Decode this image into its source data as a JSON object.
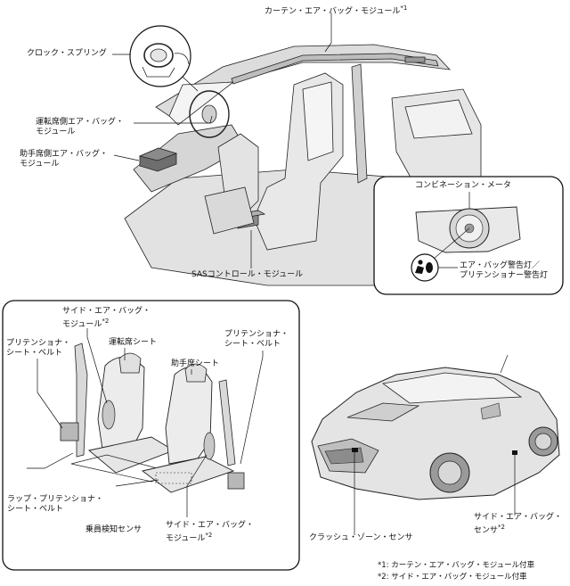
{
  "labels": {
    "curtain_airbag": "カーテン・エア・バッグ・モジュール",
    "curtain_airbag_mark": "*1",
    "clock_spring": "クロック・スプリング",
    "driver_airbag_1": "運転席側エア・バッグ・",
    "driver_airbag_2": "モジュール",
    "passenger_airbag_1": "助手席側エア・バッグ・",
    "passenger_airbag_2": "モジュール",
    "sas_module": "SASコントロール・モジュール",
    "combination_meter": "コンビネーション・メータ",
    "warning_light_1": "エア・バッグ警告灯／",
    "warning_light_2": "プリテンショナー警告灯",
    "side_airbag_top_1": "サイド・エア・バッグ・",
    "side_airbag_top_2": "モジュール",
    "side_airbag_top_mark": "*2",
    "pretensioner_left_1": "プリテンショナ・",
    "pretensioner_left_2": "シート・ベルト",
    "driver_seat": "運転席シート",
    "passenger_seat": "助手席シート",
    "pretensioner_right_1": "プリテンショナ・",
    "pretensioner_right_2": "シート・ベルト",
    "lap_pretensioner_1": "ラップ・プリテンショナ・",
    "lap_pretensioner_2": "シート・ベルト",
    "occupant_sensor": "乗員検知センサ",
    "side_airbag_bottom_1": "サイド・エア・バッグ・",
    "side_airbag_bottom_2": "モジュール",
    "side_airbag_bottom_mark": "*2",
    "crash_zone_sensor": "クラッシュ・ゾーン・センサ",
    "side_sensor_1": "サイド・エア・バッグ・",
    "side_sensor_2": "センサ",
    "side_sensor_mark": "*2"
  },
  "footnotes": {
    "note1": "*1: カーテン・エア・バッグ・モジュール付車",
    "note2": "*2: サイド・エア・バッグ・モジュール付車"
  },
  "colors": {
    "line": "#111111",
    "body_fill": "#e6e6e6",
    "shade": "#c9c9c9",
    "dark": "#555555"
  }
}
